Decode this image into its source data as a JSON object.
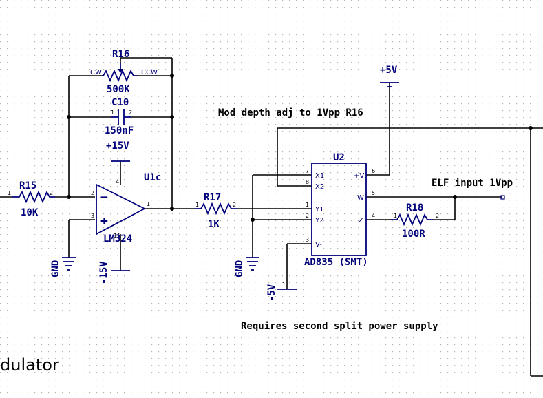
{
  "colors": {
    "wire": "#000000",
    "component": "#00007a",
    "grid_dot": "#b4b4b4",
    "background": "#ffffff"
  },
  "components": {
    "r15": {
      "ref": "R15",
      "value": "10K",
      "pins": [
        "1",
        "2"
      ]
    },
    "r16": {
      "ref": "R16",
      "value": "500K",
      "cw": "CW",
      "ccw": "CCW"
    },
    "c10": {
      "ref": "C10",
      "value": "150nF",
      "pins": [
        "1",
        "2"
      ]
    },
    "u1c": {
      "ref": "U1c",
      "part": "LM324",
      "pins": [
        "2",
        "3",
        "1",
        "4",
        "11"
      ],
      "minus": "−",
      "plus": "+"
    },
    "r17": {
      "ref": "R17",
      "value": "1K",
      "pins": [
        "1",
        "2"
      ]
    },
    "r18": {
      "ref": "R18",
      "value": "100R",
      "pins": [
        "1",
        "2"
      ]
    },
    "u2": {
      "ref": "U2",
      "part": "AD835 (SMT)",
      "pins_left": [
        {
          "num": "7",
          "name": "X1"
        },
        {
          "num": "8",
          "name": "X2"
        },
        {
          "num": "1",
          "name": "Y1"
        },
        {
          "num": "2",
          "name": "Y2"
        },
        {
          "num": "3",
          "name": "V-"
        }
      ],
      "pins_right": [
        {
          "num": "6",
          "name": "+V"
        },
        {
          "num": "5",
          "name": "W"
        },
        {
          "num": "4",
          "name": "Z"
        }
      ]
    }
  },
  "power": {
    "p15": "+15V",
    "n15": "-15V",
    "p5": "+5V",
    "n5": "-5V",
    "gnd1": "GND",
    "gnd2": "GND",
    "pin1": "1"
  },
  "notes": {
    "mod_depth": "Mod depth adj to 1Vpp R16",
    "elf": "ELF input 1Vpp",
    "split": "Requires second split power supply"
  },
  "title_fragment": "dulator"
}
